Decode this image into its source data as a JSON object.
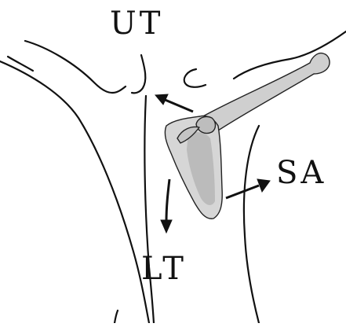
{
  "labels": {
    "upper": "UT",
    "serratus": "SA",
    "lower": "LT"
  },
  "colors": {
    "ink": "#111111",
    "bone_fill": "#cfcfcf",
    "bone_shadow": "#9a9a9a",
    "background": "#ffffff"
  }
}
